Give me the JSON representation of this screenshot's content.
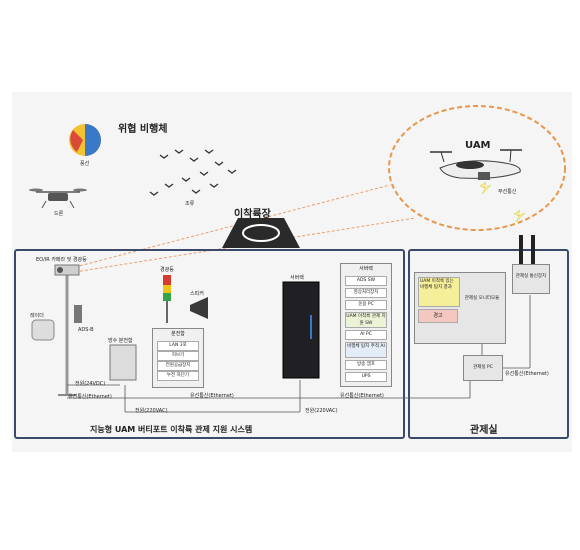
{
  "threat": {
    "heading": "위협 비행체",
    "balloon_label": "풍선",
    "drone_label": "드론",
    "birds_label": "조류"
  },
  "pad": {
    "label": "이착륙장"
  },
  "uam": {
    "label": "UAM",
    "comms_label": "무선통신"
  },
  "field": {
    "camera_label": "EO/IR 카메라 및 경광등",
    "radar_label": "레이더",
    "adsb_label": "ADS-B",
    "power24_label": "전원(24VDC)",
    "wired_label": "유선통신(Ethernet)",
    "cabinet_label": "방수 분전함",
    "beacon_label": "경광등",
    "speaker_label": "스피커",
    "cabinet_panel": {
      "title": "분전함",
      "items": [
        "LAN 3포",
        "허브기",
        "전원공급장치",
        "누전 차단기"
      ]
    },
    "power220_label": "전원(220VAC)",
    "wired2_label": "유선통신(Ethernet)",
    "server_label": "서버랙",
    "server_panel": {
      "title": "서버랙",
      "items": [
        "ADS SW",
        "영상처리장치",
        "운용 PC",
        "UAM 이착륙 관제 지원 SW",
        "AI PC",
        "비행체 탐지 추적 AI",
        "방송 앰프",
        "UPS"
      ]
    },
    "power220b_label": "전원(220VAC)",
    "wired3_label": "유선통신(Ethernet)",
    "system_title": "지능형 UAM 버티포트 이착륙 관제 지원 시스템"
  },
  "control": {
    "title": "관제실",
    "monitor_title": "관제실 모니터모듈",
    "uam_info": "UAM 이착륙 있는 비행체 탐지 결과",
    "alert": "경고",
    "pc_label": "관제실 PC",
    "comms_device": "관제실 통신장치",
    "wired_label": "유선통신(Ethernet)"
  },
  "colors": {
    "system_border": "#3b4a6b",
    "uam_ellipse": "#e8964a",
    "accent_yellow": "#f6ef9a"
  }
}
